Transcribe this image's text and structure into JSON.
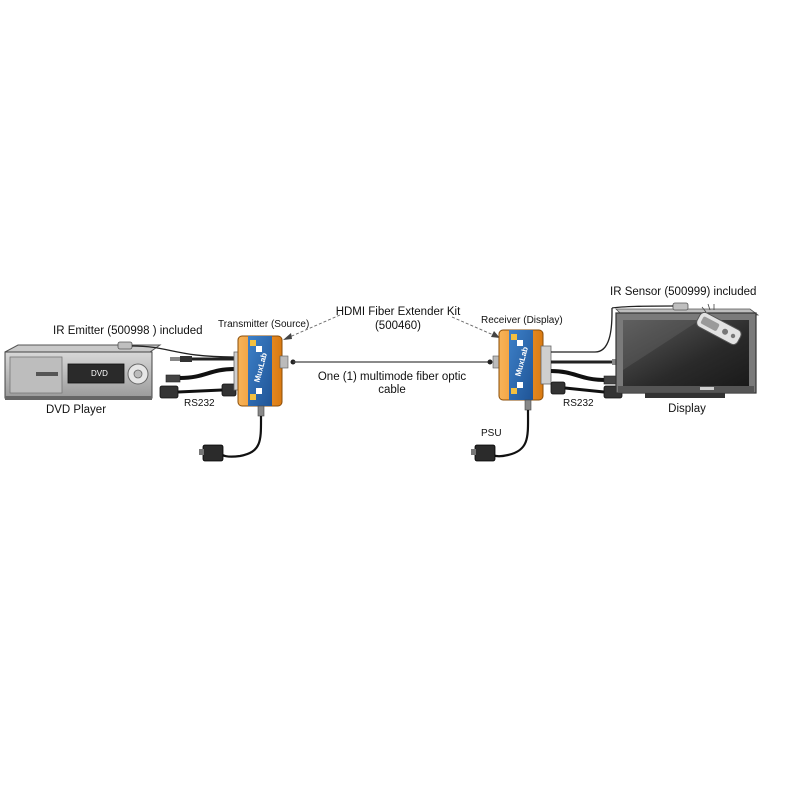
{
  "kit": {
    "title": "HDMI Fiber Extender  Kit",
    "part": "(500460)"
  },
  "devices": {
    "source_device": "DVD Player",
    "source_device_screen": "DVD",
    "transmitter": "Transmitter (Source)",
    "receiver": "Receiver (Display)",
    "display": "Display",
    "brand": "MuxLab"
  },
  "labels": {
    "ir_emitter": "IR Emitter (500998 ) included",
    "ir_sensor": "IR Sensor (500999) included",
    "rs232_left": "RS232",
    "rs232_right": "RS232",
    "psu": "PSU",
    "cable_line1": "One (1) multimode fiber optic",
    "cable_line2": "cable"
  },
  "colors": {
    "unit_orange": "#f0962e",
    "unit_blue": "#2c6cb2",
    "device_gray": "#8f8f8f",
    "screen_dark": "#2a2a2a"
  }
}
